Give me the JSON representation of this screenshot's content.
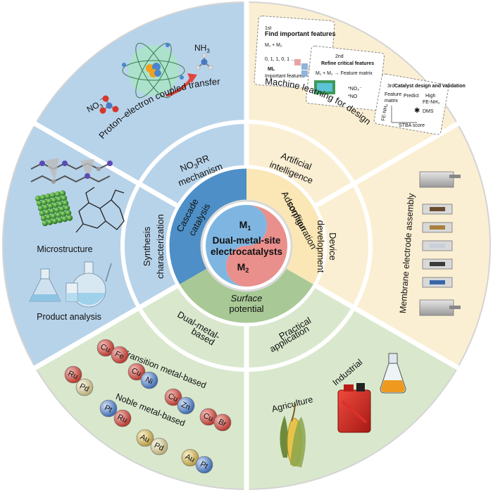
{
  "center": {
    "title_line1": "Dual-metal-site",
    "title_line2": "electrocatalysts",
    "m1": "M",
    "m1_sub": "1",
    "m2": "M",
    "m2_sub": "2"
  },
  "inner_ring": {
    "cascade": [
      "Cascade",
      "catalysis"
    ],
    "adsorption": [
      "Adsorption",
      "configuration"
    ],
    "surface": [
      "Surface",
      "potential"
    ]
  },
  "middle_ring": {
    "no3rr_line1_prefix": "NO",
    "no3rr_line1_sub": "3",
    "no3rr_line1_suffix": "RR",
    "no3rr_line2": "mechanism",
    "ai": [
      "Artificial",
      "intelligence"
    ],
    "device": [
      "Device",
      "development"
    ],
    "practical": [
      "Practical",
      "application"
    ],
    "dual": [
      "Dual-metal-",
      "based"
    ],
    "synthesis": [
      "Synthesis",
      "characterization"
    ]
  },
  "outer": {
    "proton": "Proton–electron coupled transfer",
    "nh3_prefix": "NH",
    "nh3_sub": "3",
    "no3_prefix": "NO",
    "no3_sub": "3",
    "no3_sup": "−",
    "machine": "Machine  learning  for design",
    "ml_box1_title": "Find important features",
    "ml_box1_step": "1st",
    "ml_box1_formula": "M₁ + M₂",
    "ml_box1_bits": "0, 1, 1, 0, 1 ...",
    "ml_box1_ml": "ML",
    "ml_box1_foot": "Important features",
    "ml_box2_step": "2nd",
    "ml_box2_title": "Refine critical features",
    "ml_box2_formula": "M₁ + M₂ → Feature matrix",
    "ml_box2_no3": "*NO₃⁻",
    "ml_box2_no": "*NO",
    "ml_box3_step": "3rd",
    "ml_box3_title": "Catalyst design and validation",
    "ml_box3_feature": "Feature",
    "ml_box3_predict": "Predict",
    "ml_box3_high": "High",
    "ml_box3_matrix": "matrix",
    "ml_box3_fe": "FE-NH₃",
    "ml_box3_dms": "DMS",
    "ml_box3_score": "STBA score",
    "ml_box3_fe_axis": "FE-NH₃",
    "membrane": "Membrane electrode assembly",
    "industrial": "Industrial",
    "agriculture": "Agriculture",
    "transition": "Transition metal-based",
    "noble": "Noble metal-based",
    "microstructure": "Microstructure",
    "product": "Product analysis"
  },
  "spheres": [
    {
      "label": "Cu",
      "color": "#c9453a"
    },
    {
      "label": "Fe",
      "color": "#c9453a"
    },
    {
      "label": "Cu",
      "color": "#c9453a"
    },
    {
      "label": "Ni",
      "color": "#7a9bd4"
    },
    {
      "label": "Cu",
      "color": "#c9453a"
    },
    {
      "label": "Zn",
      "color": "#5c86c9"
    },
    {
      "label": "Cu",
      "color": "#c9453a"
    },
    {
      "label": "Br",
      "color": "#c9453a"
    },
    {
      "label": "Ru",
      "color": "#c9453a"
    },
    {
      "label": "Pd",
      "color": "#d9d4b0"
    },
    {
      "label": "Pt",
      "color": "#5c86c9"
    },
    {
      "label": "Ru",
      "color": "#c9453a"
    },
    {
      "label": "Au",
      "color": "#d9c98a"
    },
    {
      "label": "Pd",
      "color": "#d9d4b0"
    },
    {
      "label": "Au",
      "color": "#d9c98a"
    },
    {
      "label": "Pt",
      "color": "#5c86c9"
    }
  ],
  "colors": {
    "blue_outer": "#b7d3ea",
    "yellow_outer": "#fbefd3",
    "green_outer": "#d9e8cd",
    "blue_inner": "#4e8fc7",
    "yellow_inner": "#fbe7b6",
    "green_inner": "#a8c896",
    "m1_red": "#e98f8c",
    "m2_blue": "#7fb6e1"
  }
}
